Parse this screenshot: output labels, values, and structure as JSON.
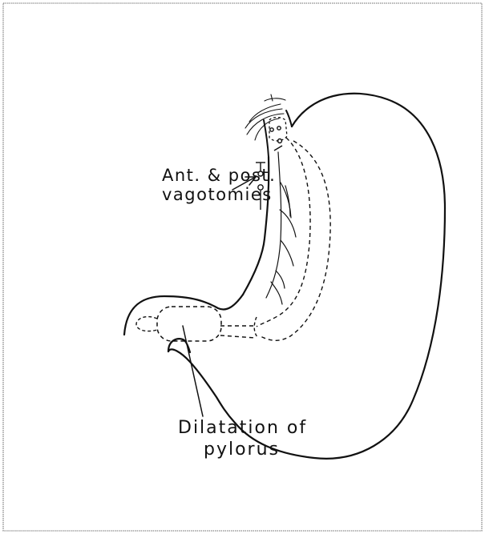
{
  "labels": {
    "vagotomy_line1": "Ant. & post.",
    "vagotomy_line2": "vagotomies",
    "pylorus_line1": "Dilatation of",
    "pylorus_line2": "pylorus"
  },
  "colors": {
    "ink": "#111111",
    "frame": "#8a8a8a",
    "background": "#ffffff"
  }
}
